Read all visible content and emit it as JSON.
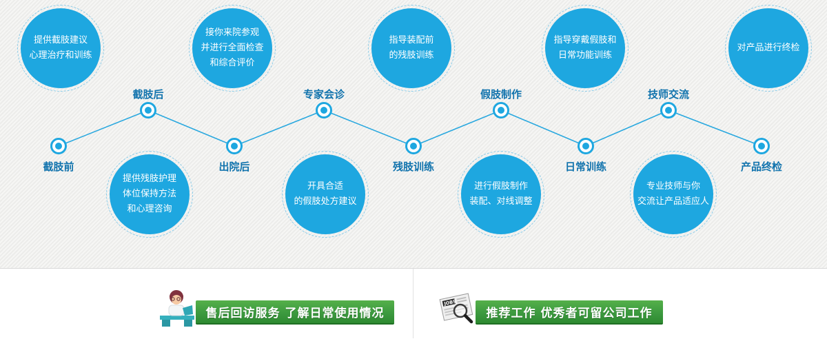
{
  "stages": [
    {
      "label": "截肢前",
      "detail": "提供截肢建议\n心理治疗和训练"
    },
    {
      "label": "截肢后",
      "detail": "提供残肢护理\n体位保持方法\n和心理咨询"
    },
    {
      "label": "出院后",
      "detail": "接你来院参观\n并进行全面检查\n和综合评价"
    },
    {
      "label": "专家会诊",
      "detail": "开具合适\n的假肢处方建议"
    },
    {
      "label": "残肢训练",
      "detail": "指导装配前\n的残肢训练"
    },
    {
      "label": "假肢制作",
      "detail": "进行假肢制作\n装配、对线调整"
    },
    {
      "label": "日常训练",
      "detail": "指导穿戴假肢和\n日常功能训练"
    },
    {
      "label": "技师交流",
      "detail": "专业技师与你\n交流让产品适应人"
    },
    {
      "label": "产品终检",
      "detail": "对产品进行终检"
    }
  ],
  "footer": {
    "left_banner": "售后回访服务 了解日常使用情况",
    "right_banner": "推荐工作 优秀者可留公司工作",
    "jobs_label": "JOBS"
  },
  "colors": {
    "accent_blue": "#1ea7e0",
    "label_blue": "#1173ad",
    "banner_green": "#3c9a3f"
  }
}
